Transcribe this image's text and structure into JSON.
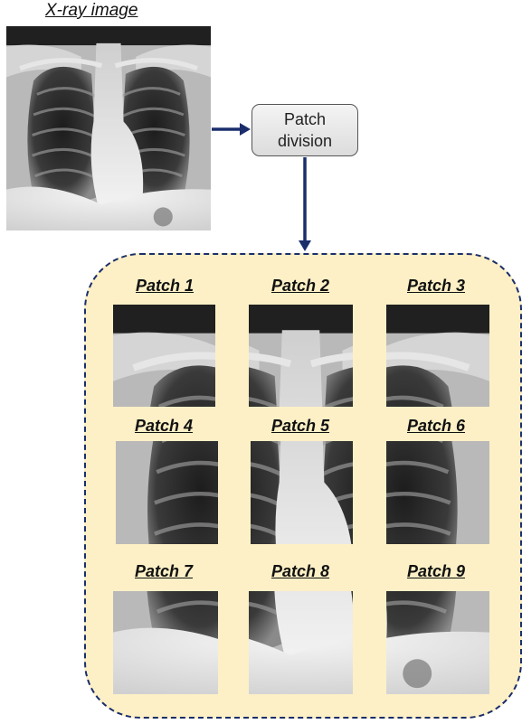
{
  "diagram": {
    "input_title": "X-ray image",
    "process_label": "Patch\ndivision",
    "patches": [
      {
        "label": "Patch 1"
      },
      {
        "label": "Patch 2"
      },
      {
        "label": "Patch 3"
      },
      {
        "label": "Patch 4"
      },
      {
        "label": "Patch 5"
      },
      {
        "label": "Patch 6"
      },
      {
        "label": "Patch 7"
      },
      {
        "label": "Patch 8"
      },
      {
        "label": "Patch 9"
      }
    ]
  },
  "colors": {
    "arrow": "#1b2e6b",
    "panel_fill": "#fdf0c6",
    "panel_border": "#1b2e6b"
  }
}
